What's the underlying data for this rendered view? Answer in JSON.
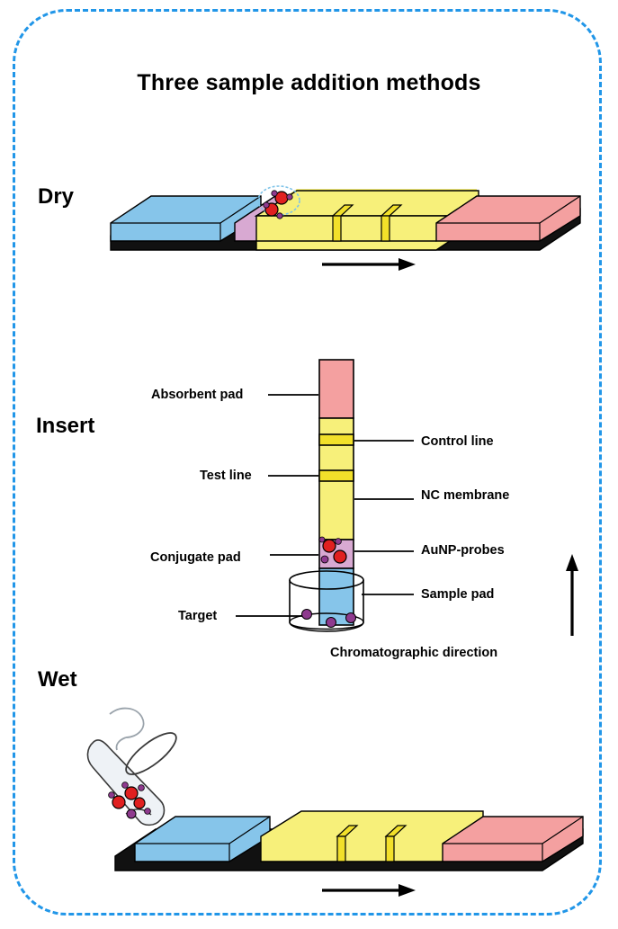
{
  "figure": {
    "title": "Three sample addition methods",
    "frame_color": "#2196e8"
  },
  "panels": [
    {
      "key": "dry",
      "label": "Dry"
    },
    {
      "key": "insert",
      "label": "Insert"
    },
    {
      "key": "wet",
      "label": "Wet"
    }
  ],
  "labels": {
    "dry": "Dry",
    "insert": "Insert",
    "wet": "Wet"
  },
  "callouts": {
    "absorbent_pad": "Absorbent pad",
    "control_line": "Control line",
    "test_line": "Test line",
    "nc_membrane": "NC membrane",
    "conjugate_pad": "Conjugate pad",
    "aunp_probes": "AuNP-probes",
    "sample_pad": "Sample pad",
    "target": "Target",
    "chromatographic_direction": "Chromatographic direction"
  },
  "colors": {
    "sample_pad": "#86c5ea",
    "nc_membrane": "#f7f07a",
    "absorbent_pad": "#f4a0a0",
    "conjugate_pad": "#d6a8cf",
    "test_control_line": "#f2e02a",
    "aunp_probe": "#e02020",
    "target_dot": "#8e3a8e",
    "strip_base": "#111111",
    "outline": "#000000",
    "tube_body": "#eef2f6"
  }
}
